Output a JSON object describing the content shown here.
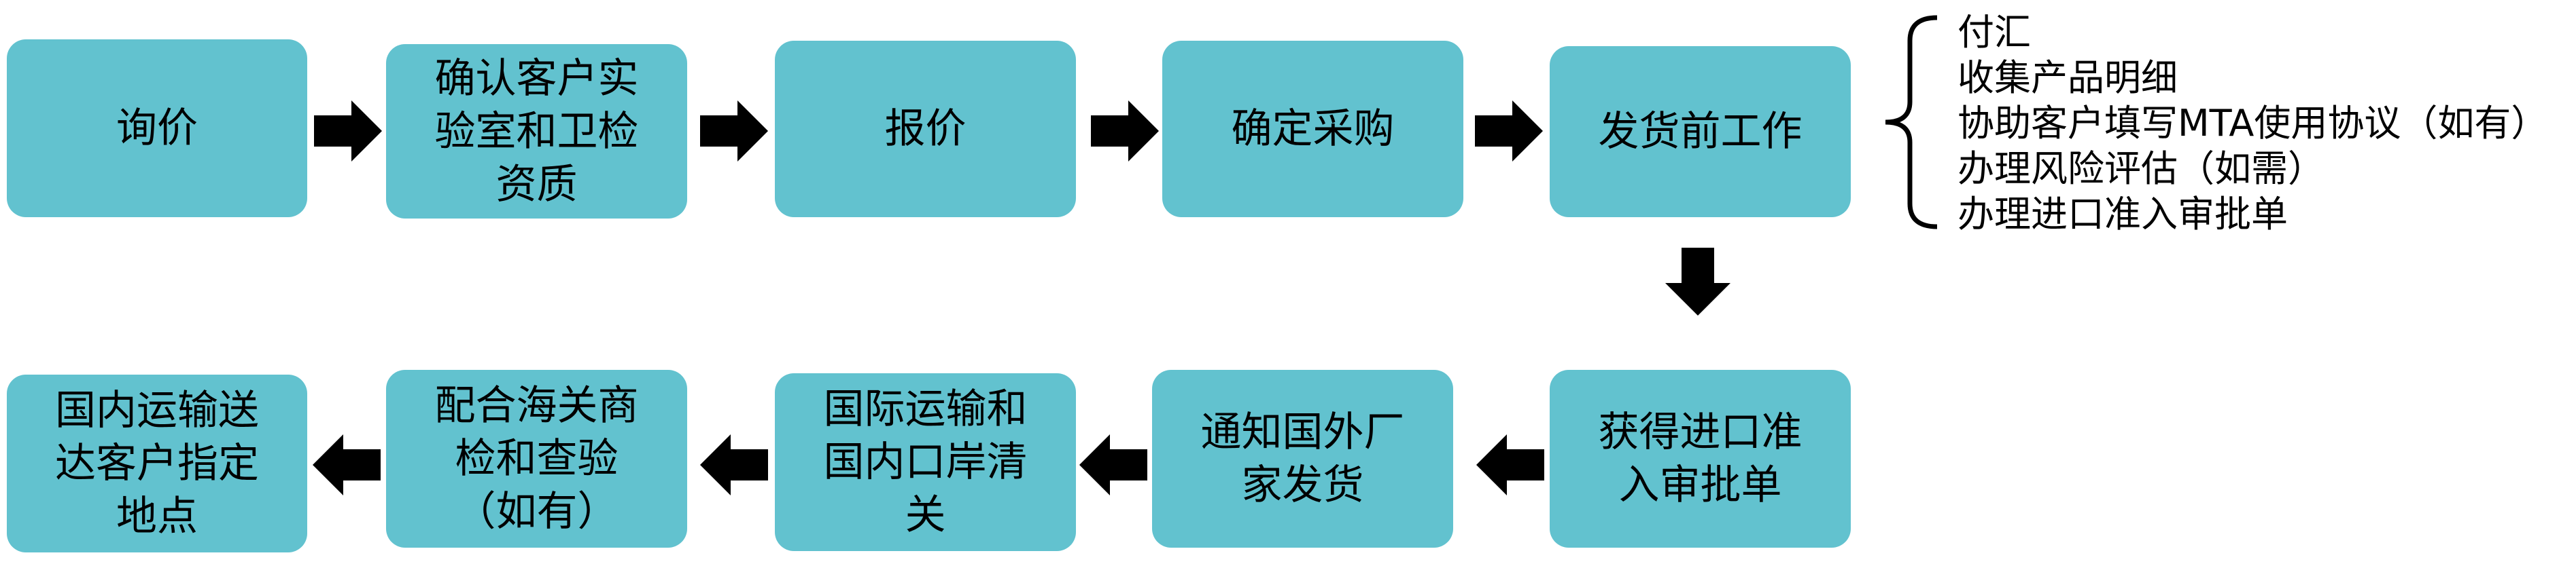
{
  "row1": [
    {
      "label": "询价"
    },
    {
      "label": "确认客户实\n验室和卫检\n资质"
    },
    {
      "label": "报价"
    },
    {
      "label": "确定采购"
    },
    {
      "label": "发货前工作"
    }
  ],
  "row2": [
    {
      "label": "获得进口准\n入审批单"
    },
    {
      "label": "通知国外厂\n家发货"
    },
    {
      "label": "国际运输和\n国内口岸清\n关"
    },
    {
      "label": "配合海关商\n检和查验\n（如有）"
    },
    {
      "label": "国内运输送\n达客户指定\n地点"
    }
  ],
  "notes": [
    "付汇",
    "收集产品明细",
    "协助客户填写MTA使用协议（如有）",
    "办理风险评估（如需）",
    "办理进口准入审批单"
  ],
  "colors": {
    "box": "#62c2cf",
    "arrow": "#000000"
  }
}
